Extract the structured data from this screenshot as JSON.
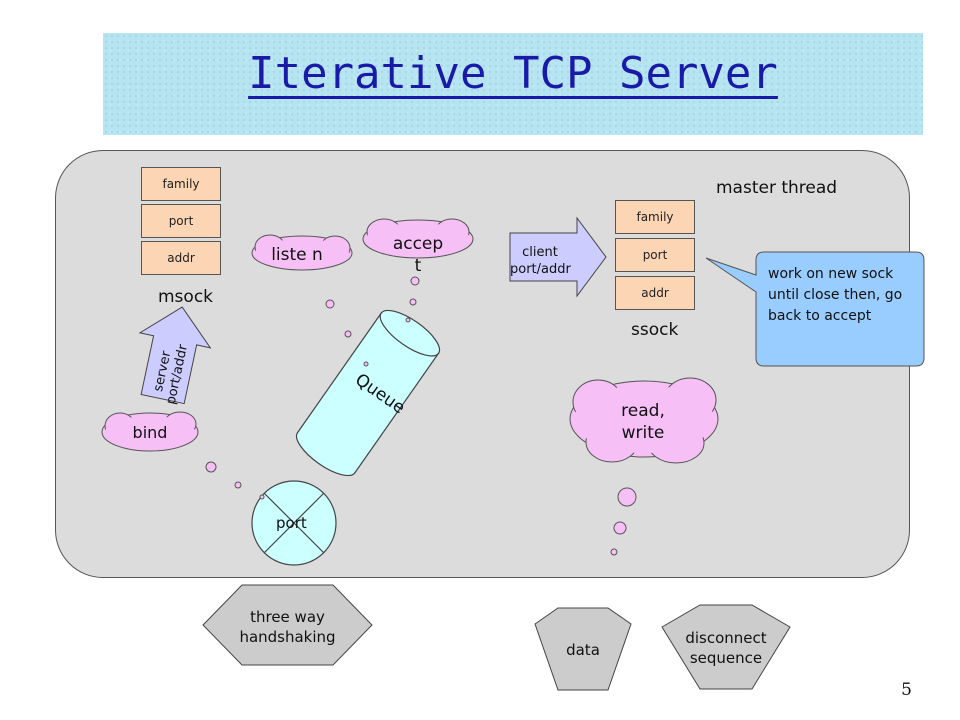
{
  "title": "Iterative TCP Server",
  "master_thread_label": "master thread",
  "msock": {
    "label": "msock",
    "fields": [
      "family",
      "port",
      "addr"
    ]
  },
  "ssock": {
    "label": "ssock",
    "fields": [
      "family",
      "port",
      "addr"
    ]
  },
  "clouds": {
    "bind": "bind",
    "listen": "liste n",
    "accept": "accep t",
    "read_write": "read, write"
  },
  "server_arrow": "server port/addr",
  "client_arrow": "client port/addr",
  "queue_label": "Queue",
  "port_label": "port",
  "callout": "work on new sock until close then, go back to accept",
  "phases": {
    "three_way": "three way handshaking",
    "data": "data",
    "disconnect": "disconnect sequence"
  },
  "page_number": "5",
  "colors": {
    "title_text": "#1a1aa8",
    "panel": "#dcdcdc",
    "cloud": "#f6c0f6",
    "box": "#fcd5b5",
    "arrow": "#ccccff",
    "queue": "#ccffff",
    "callout": "#99ccff",
    "phase": "#cccccc"
  }
}
